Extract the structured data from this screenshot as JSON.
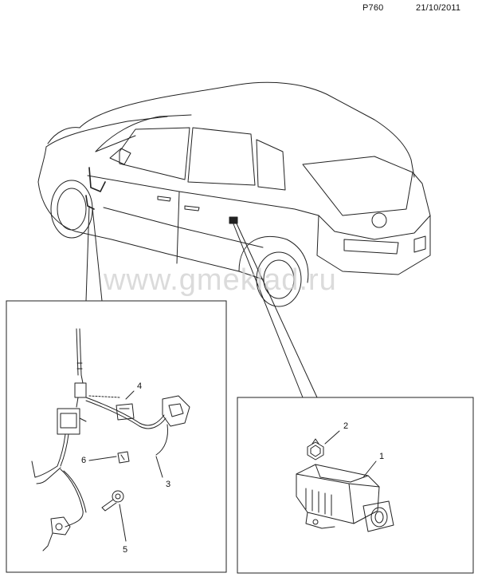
{
  "header": {
    "code": "P760",
    "date": "21/10/2011"
  },
  "watermark": "www.gmeklad.ru",
  "callouts": [
    "1",
    "2",
    "3",
    "4",
    "5",
    "6"
  ]
}
